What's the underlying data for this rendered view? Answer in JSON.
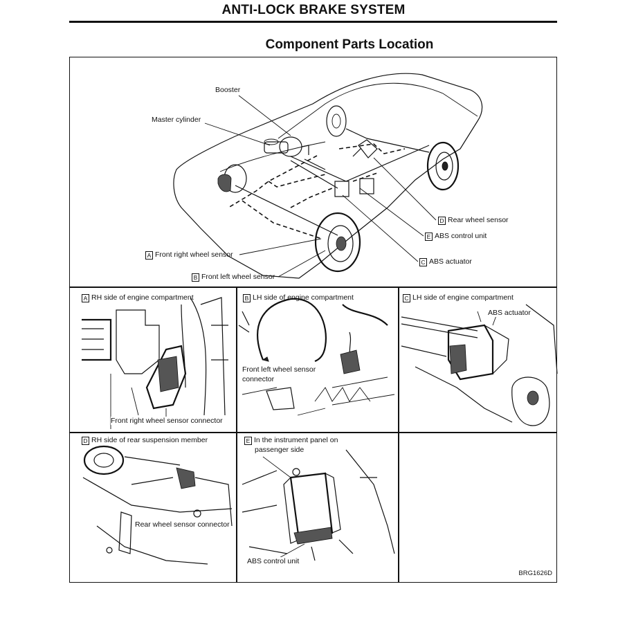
{
  "header": {
    "section_title": "ANTI-LOCK BRAKE SYSTEM",
    "page_title": "Component Parts Location"
  },
  "overview": {
    "callouts": {
      "booster": "Booster",
      "master_cylinder": "Master cylinder",
      "rear_wheel_sensor": {
        "key": "D",
        "text": "Rear wheel sensor"
      },
      "abs_control_unit": {
        "key": "E",
        "text": "ABS control unit"
      },
      "abs_actuator": {
        "key": "C",
        "text": "ABS actuator"
      },
      "front_right_sensor": {
        "key": "A",
        "text": "Front right wheel sensor"
      },
      "front_left_sensor": {
        "key": "B",
        "text": "Front left wheel sensor"
      }
    }
  },
  "panels": {
    "a": {
      "key": "A",
      "title": "RH side of engine compartment",
      "caption": "Front right wheel sensor connector"
    },
    "b": {
      "key": "B",
      "title": "LH side of engine compartment",
      "caption_line1": "Front left wheel sensor",
      "caption_line2": "connector"
    },
    "c": {
      "key": "C",
      "title": "LH side of engine compartment",
      "caption": "ABS actuator"
    },
    "d": {
      "key": "D",
      "title": "RH side of rear suspension member",
      "caption": "Rear wheel sensor connector"
    },
    "e": {
      "key": "E",
      "title_line1": "In the instrument panel on",
      "title_line2": "passenger side",
      "caption": "ABS control unit"
    }
  },
  "figure_code": "BRG1626D"
}
